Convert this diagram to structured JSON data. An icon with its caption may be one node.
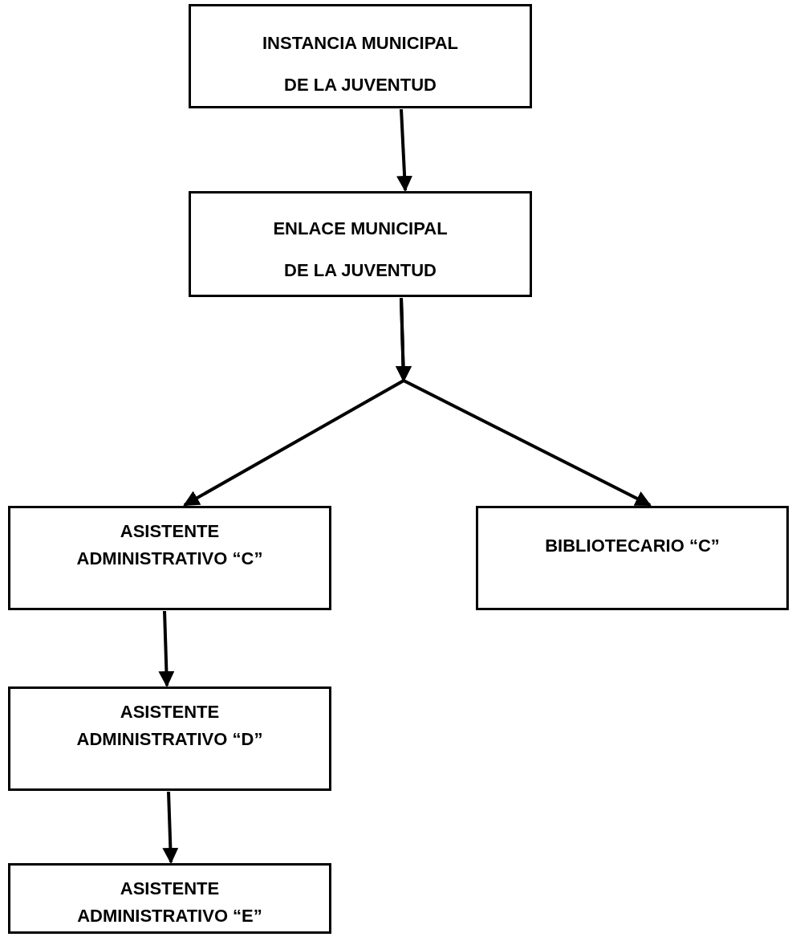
{
  "diagram": {
    "nodes": [
      {
        "text": [
          "INSTANCIA MUNICIPAL DE LA JUVENTUD"
        ]
      },
      {
        "text": [
          "ENLACE MUNICIPAL DE LA JUVENTUD"
        ]
      },
      {
        "text": [
          "ASISTENTE ADMINISTRATIVO “C”"
        ]
      },
      {
        "text": [
          "BIBLIOTECARIO “C”"
        ]
      },
      {
        "text": [
          "ASISTENTE ADMINISTRATIVO “D”"
        ]
      },
      {
        "text": [
          "ASISTENTE ADMINISTRATIVO “E”"
        ]
      }
    ],
    "edges": [
      {
        "from": 0,
        "to": 1,
        "arrow": "to"
      },
      {
        "from": 1,
        "to": 2,
        "arrow": "to"
      },
      {
        "from": 1,
        "to": 3,
        "arrow": "to"
      },
      {
        "from": 2,
        "to": 4,
        "arrow": "to"
      },
      {
        "from": 4,
        "to": 5,
        "arrow": "to"
      }
    ]
  }
}
